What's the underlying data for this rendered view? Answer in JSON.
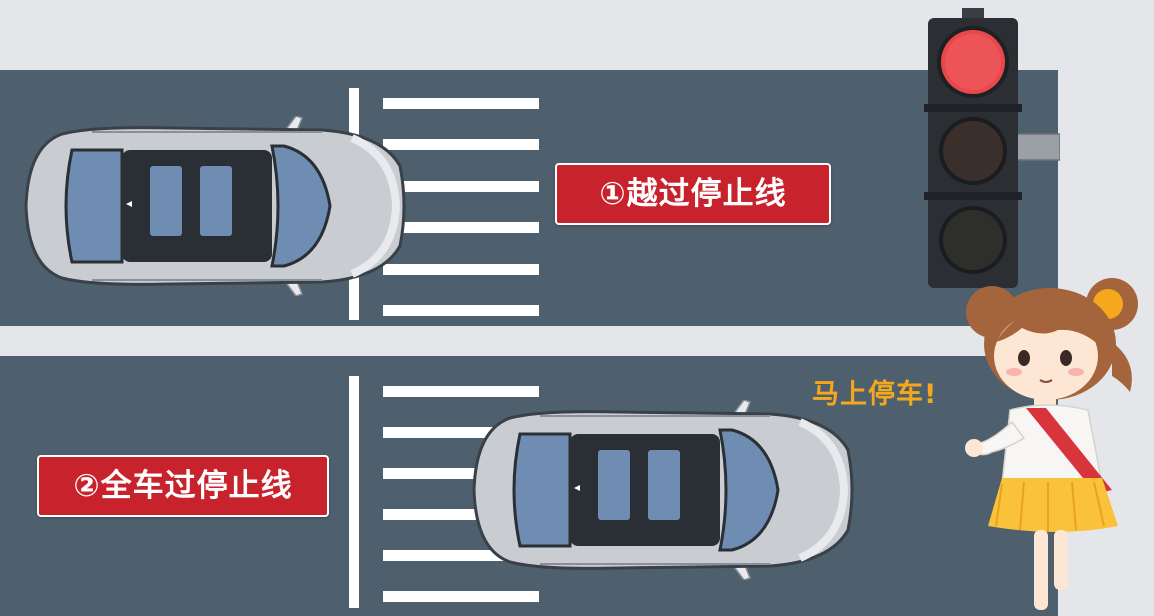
{
  "labels": {
    "first": "①越过停止线",
    "second": "②全车过停止线"
  },
  "speech": "马上停车!",
  "traffic_light": {
    "lit": "red",
    "states": [
      "red",
      "off",
      "off"
    ]
  },
  "colors": {
    "road": "#4e5f6d",
    "background": "#e4e6e9",
    "label_bg": "#c8222c",
    "speech_text": "#f5a81c",
    "red_light": "#e8484c",
    "car_body": "#c9ccd1",
    "car_glass": "#6f8db2"
  },
  "icons": [
    "traffic-light-icon",
    "car-icon",
    "girl-illustration"
  ]
}
